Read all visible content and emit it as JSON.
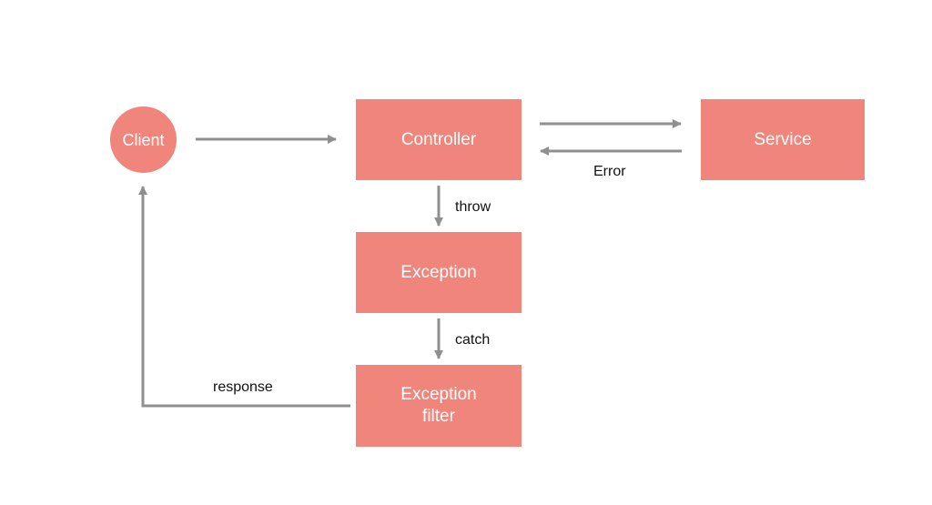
{
  "nodes": {
    "client": "Client",
    "controller": "Controller",
    "service": "Service",
    "exception": "Exception",
    "exception_filter": [
      "Exception",
      "filter"
    ]
  },
  "edges": {
    "controller_to_service": "",
    "service_to_controller": "Error",
    "controller_to_exception": "throw",
    "exception_to_filter": "catch",
    "filter_to_client": "response"
  },
  "colors": {
    "node_fill": "#f0857c",
    "node_text": "#ffffff",
    "arrow": "#8f8f8f",
    "label_text": "#111111"
  }
}
